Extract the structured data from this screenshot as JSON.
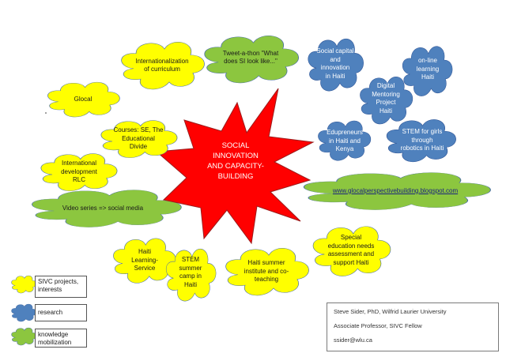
{
  "center": {
    "text": "SOCIAL\nINNOVATION\nAND CAPACITY-\nBUILDING"
  },
  "clouds": {
    "internationalization": "Internationalization\nof curriculum",
    "tweetathon": "Tweet-a-thon \"What\ndoes SI look like...\"",
    "glocal": "Glocal",
    "courses": "Courses: SE, The\nEducational\nDivide",
    "intl_development": "International\ndevelopment\nRLC",
    "video_series": "Video series => social media",
    "social_capital": "Social capital\nand\ninnovation\nin Haiti",
    "online_learning": "on-line\nlearning\nHaiti",
    "digital_mentoring": "Digital\nMentoring\nProject\nHaiti",
    "edupreneurs": "Edupreneurs\nin Haiti and\nKenya",
    "stem_girls": "STEM for girls\nthrough\nrobotics in Haiti",
    "blog": "www.glocalperspectivebuilding.blogspot.com",
    "special_education": "Special\neducation needs\nassessment and\nsupport Haiti",
    "haiti_learning": "Haiti\nLearning-\nService",
    "stem_camp": "STEM\nsummer\ncamp in\nHaiti",
    "haiti_institute": "Haiti summer\ninstitute and co-\nteaching"
  },
  "legend": {
    "sivc": "SIVC projects,\ninterests",
    "research": "research",
    "knowledge": "knowledge\nmobilization"
  },
  "credit": {
    "line1": "Steve Sider, PhD, Wilfrid Laurier University",
    "line2": "Associate Professor, SIVC Fellow",
    "line3": "ssider@wlu.ca"
  },
  "colors": {
    "yellow": "#ffff00",
    "blue": "#4f81bd",
    "green": "#8cc63f",
    "red": "#ff0000",
    "cloud_outline": "#4a6fa5"
  }
}
